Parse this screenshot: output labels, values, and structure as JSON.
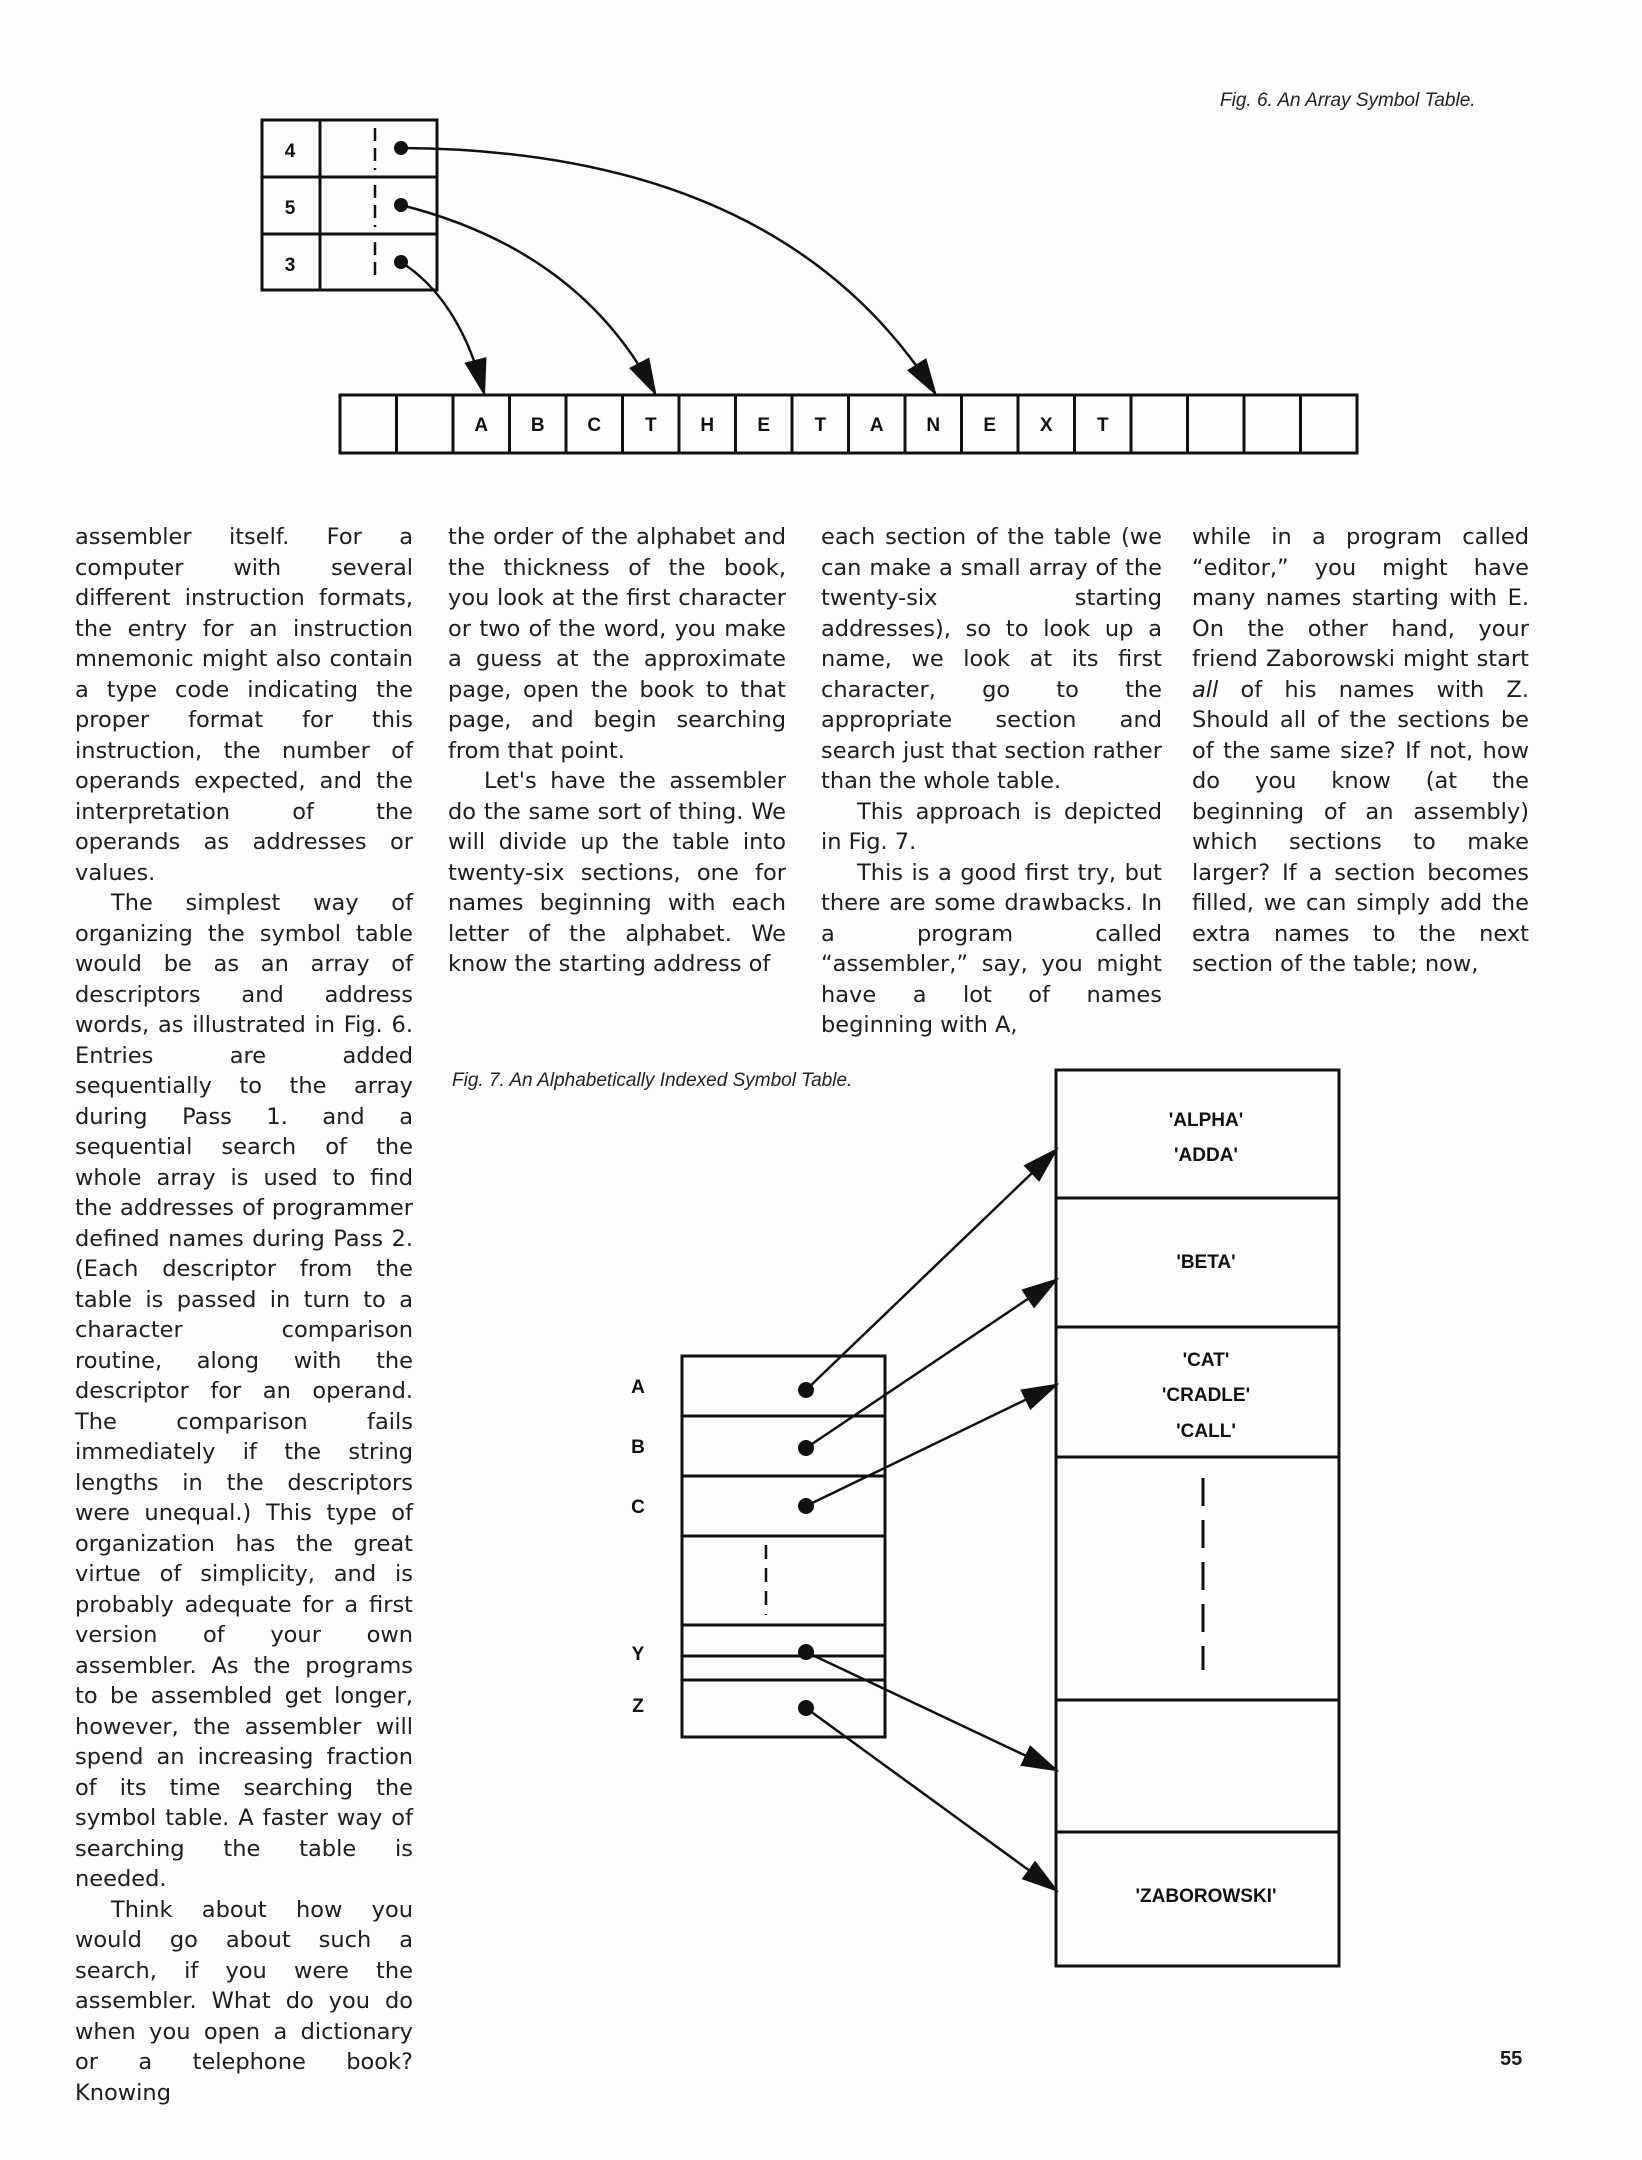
{
  "fig6": {
    "caption": "Fig. 6. An Array Symbol Table.",
    "lengths": [
      "4",
      "5",
      "3"
    ],
    "string_cells": [
      "",
      "",
      "A",
      "B",
      "C",
      "T",
      "H",
      "E",
      "T",
      "A",
      "N",
      "E",
      "X",
      "T",
      "",
      "",
      "",
      ""
    ]
  },
  "fig7": {
    "caption": "Fig. 7. An Alphabetically Indexed Symbol Table.",
    "index_labels": [
      "A",
      "B",
      "C",
      "Y",
      "Z"
    ],
    "sections": {
      "a": [
        "'ALPHA'",
        "'ADDA'"
      ],
      "b": [
        "'BETA'"
      ],
      "c": [
        "'CAT'",
        "'CRADLE'",
        "'CALL'"
      ],
      "z": [
        "'ZABOROWSKI'"
      ]
    }
  },
  "text": {
    "col1_p1": "assembler itself. For a computer with several different instruction formats, the entry for an instruction mnemonic might also contain a type code indicating the proper format for this instruction, the number of operands expected, and the interpretation of the operands as addresses or values.",
    "col1_p2": "The simplest way of organizing the symbol table would be as an array of descriptors and address words, as illustrated in Fig. 6. Entries are added sequentially to the array during Pass 1. and a sequential search of the whole array is used to find the addresses of programmer defined names during Pass 2. (Each descriptor from the table is passed in turn to a character comparison routine, along with the descriptor for an operand. The comparison fails immediately if the string lengths in the descriptors were unequal.) This type of organization has the great virtue of simplicity, and is probably adequate for a first version of your own assembler. As the programs to be assembled get longer, however, the assembler will spend an increasing fraction of its time searching the symbol table. A faster way of searching the table is needed.",
    "col1_p3": "Think about how you would go about such a search, if you were the assembler. What do you do when you open a dictionary or a telephone book? Knowing",
    "col2_p1": "the order of the alphabet and the thickness of the book, you look at the first character or two of the word, you make a guess at the approximate page, open the book to that page, and begin searching from that point.",
    "col2_p2": "Let's have the assembler do the same sort of thing. We will divide up the table into twenty-six sections, one for names beginning with each letter of the alphabet. We know the starting address of",
    "col3_p1": "each section of the table (we can make a small array of the twenty-six starting addresses), so to look up a name, we look at its first character, go to the appropriate section and search just that section rather than the whole table.",
    "col3_p2": "This approach is depicted in Fig. 7.",
    "col3_p3": "This is a good first try, but there are some drawbacks. In a program called “assembler,” say, you might have a lot of names beginning with A,",
    "col4_p1a": "while in a program called “editor,” you might have many names starting with E. On the other hand, your friend Zaborowski might start",
    "col4_em": "all",
    "col4_p1b": "of his names with Z. Should all of the sections be of the same size? If not, how do you know (at the beginning of an assembly) which sections to make larger? If a section becomes filled, we can simply add the extra names to the next section of the table; now,"
  },
  "page_number": "55"
}
